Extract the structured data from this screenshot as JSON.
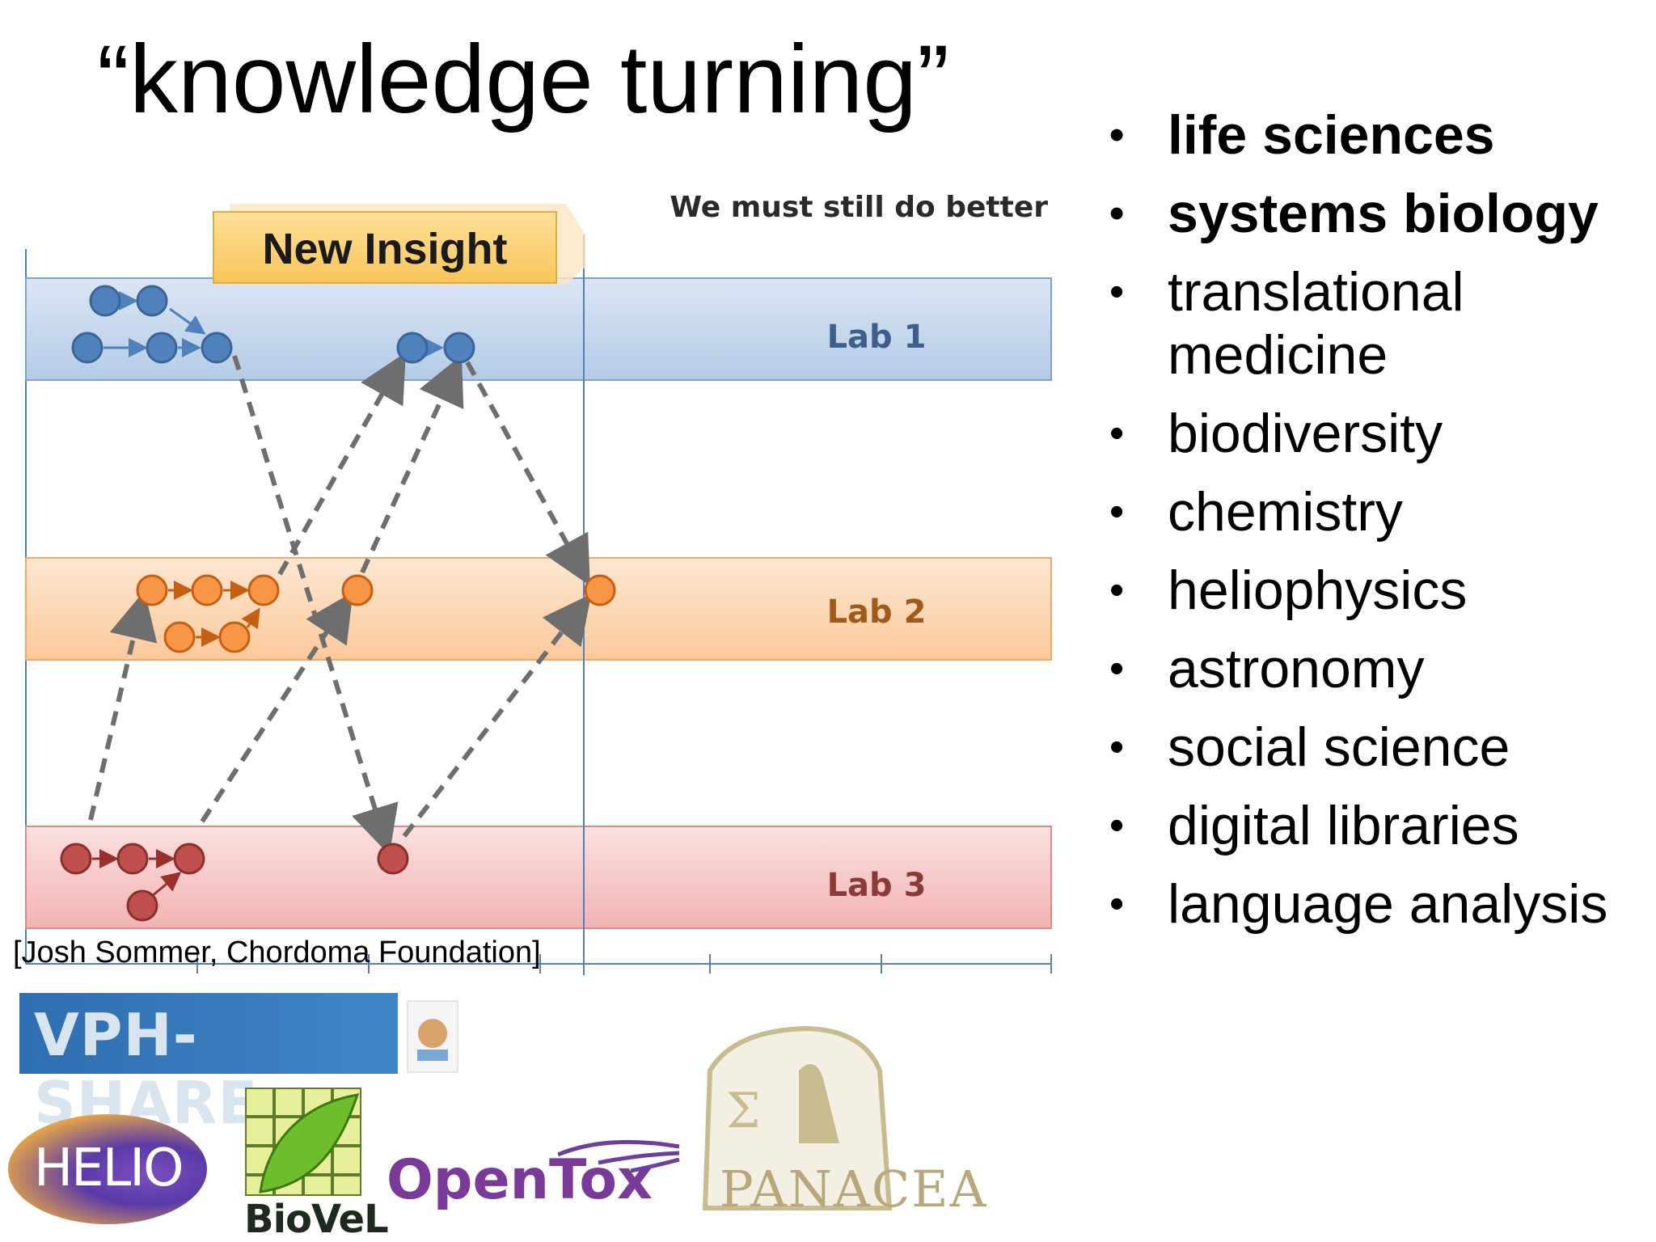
{
  "slide": {
    "title": "“knowledge turning”",
    "diagram": {
      "callout": "New Insight",
      "header_note": "We must still do better",
      "lanes": [
        {
          "label": "Lab 1",
          "color": "#4f81bd"
        },
        {
          "label": "Lab 2",
          "color": "#f79646"
        },
        {
          "label": "Lab 3",
          "color": "#c0504d"
        }
      ]
    },
    "citation": "[Josh Sommer, Chordoma Foundation]",
    "bullets": [
      {
        "text": "life sciences",
        "bold": true
      },
      {
        "text": "systems biology",
        "bold": true
      },
      {
        "text": "translational medicine",
        "bold": false
      },
      {
        "text": "biodiversity",
        "bold": false
      },
      {
        "text": "chemistry",
        "bold": false
      },
      {
        "text": "heliophysics",
        "bold": false
      },
      {
        "text": "astronomy",
        "bold": false
      },
      {
        "text": "social science",
        "bold": false
      },
      {
        "text": "digital libraries",
        "bold": false
      },
      {
        "text": "language analysis",
        "bold": false
      }
    ],
    "logos": {
      "vph": "VPH-SHARE",
      "helio": "HELIO",
      "biovel": "BioVeL",
      "opentox": "OpenTox",
      "panacea": "PANACEA"
    }
  }
}
